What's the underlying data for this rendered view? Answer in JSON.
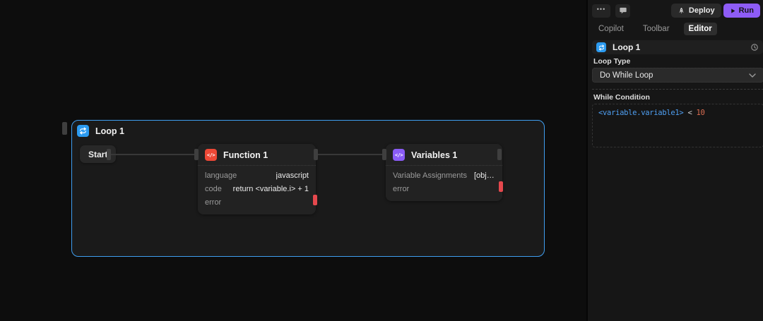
{
  "canvas": {
    "loop_group": {
      "title": "Loop 1"
    },
    "nodes": {
      "start": {
        "label": "Start"
      },
      "function": {
        "title": "Function 1",
        "rows": [
          {
            "label": "language",
            "value": "javascript"
          },
          {
            "label": "code",
            "value": "return <variable.i> + 1"
          },
          {
            "label": "error",
            "value": ""
          }
        ]
      },
      "variables": {
        "title": "Variables 1",
        "rows": [
          {
            "label": "Variable Assignments",
            "value": "[object Obje…"
          },
          {
            "label": "error",
            "value": ""
          }
        ]
      }
    }
  },
  "panel": {
    "toolbar": {
      "more_glyph": "•••",
      "deploy_label": "Deploy",
      "run_label": "Run"
    },
    "tabs": [
      {
        "label": "Copilot"
      },
      {
        "label": "Toolbar"
      },
      {
        "label": "Editor"
      }
    ],
    "selected_node": {
      "title": "Loop 1"
    },
    "loop_type": {
      "label": "Loop Type",
      "value": "Do While Loop"
    },
    "while_condition": {
      "label": "While Condition",
      "code_variable": "<variable.variable1>",
      "code_operator": " < ",
      "code_value": "10"
    }
  },
  "icons": {
    "loop_glyph": "repeat-arrows",
    "function_glyph": "</>",
    "variables_glyph": "</>"
  },
  "colors": {
    "accent_blue": "#3f9ef0",
    "run_purple": "#8e5cf6",
    "error_red": "#e5484d",
    "function_red": "#ee4836",
    "variables_purple": "#8a5cf5",
    "code_variable": "#4f9ff2",
    "code_number": "#dd6e52"
  }
}
